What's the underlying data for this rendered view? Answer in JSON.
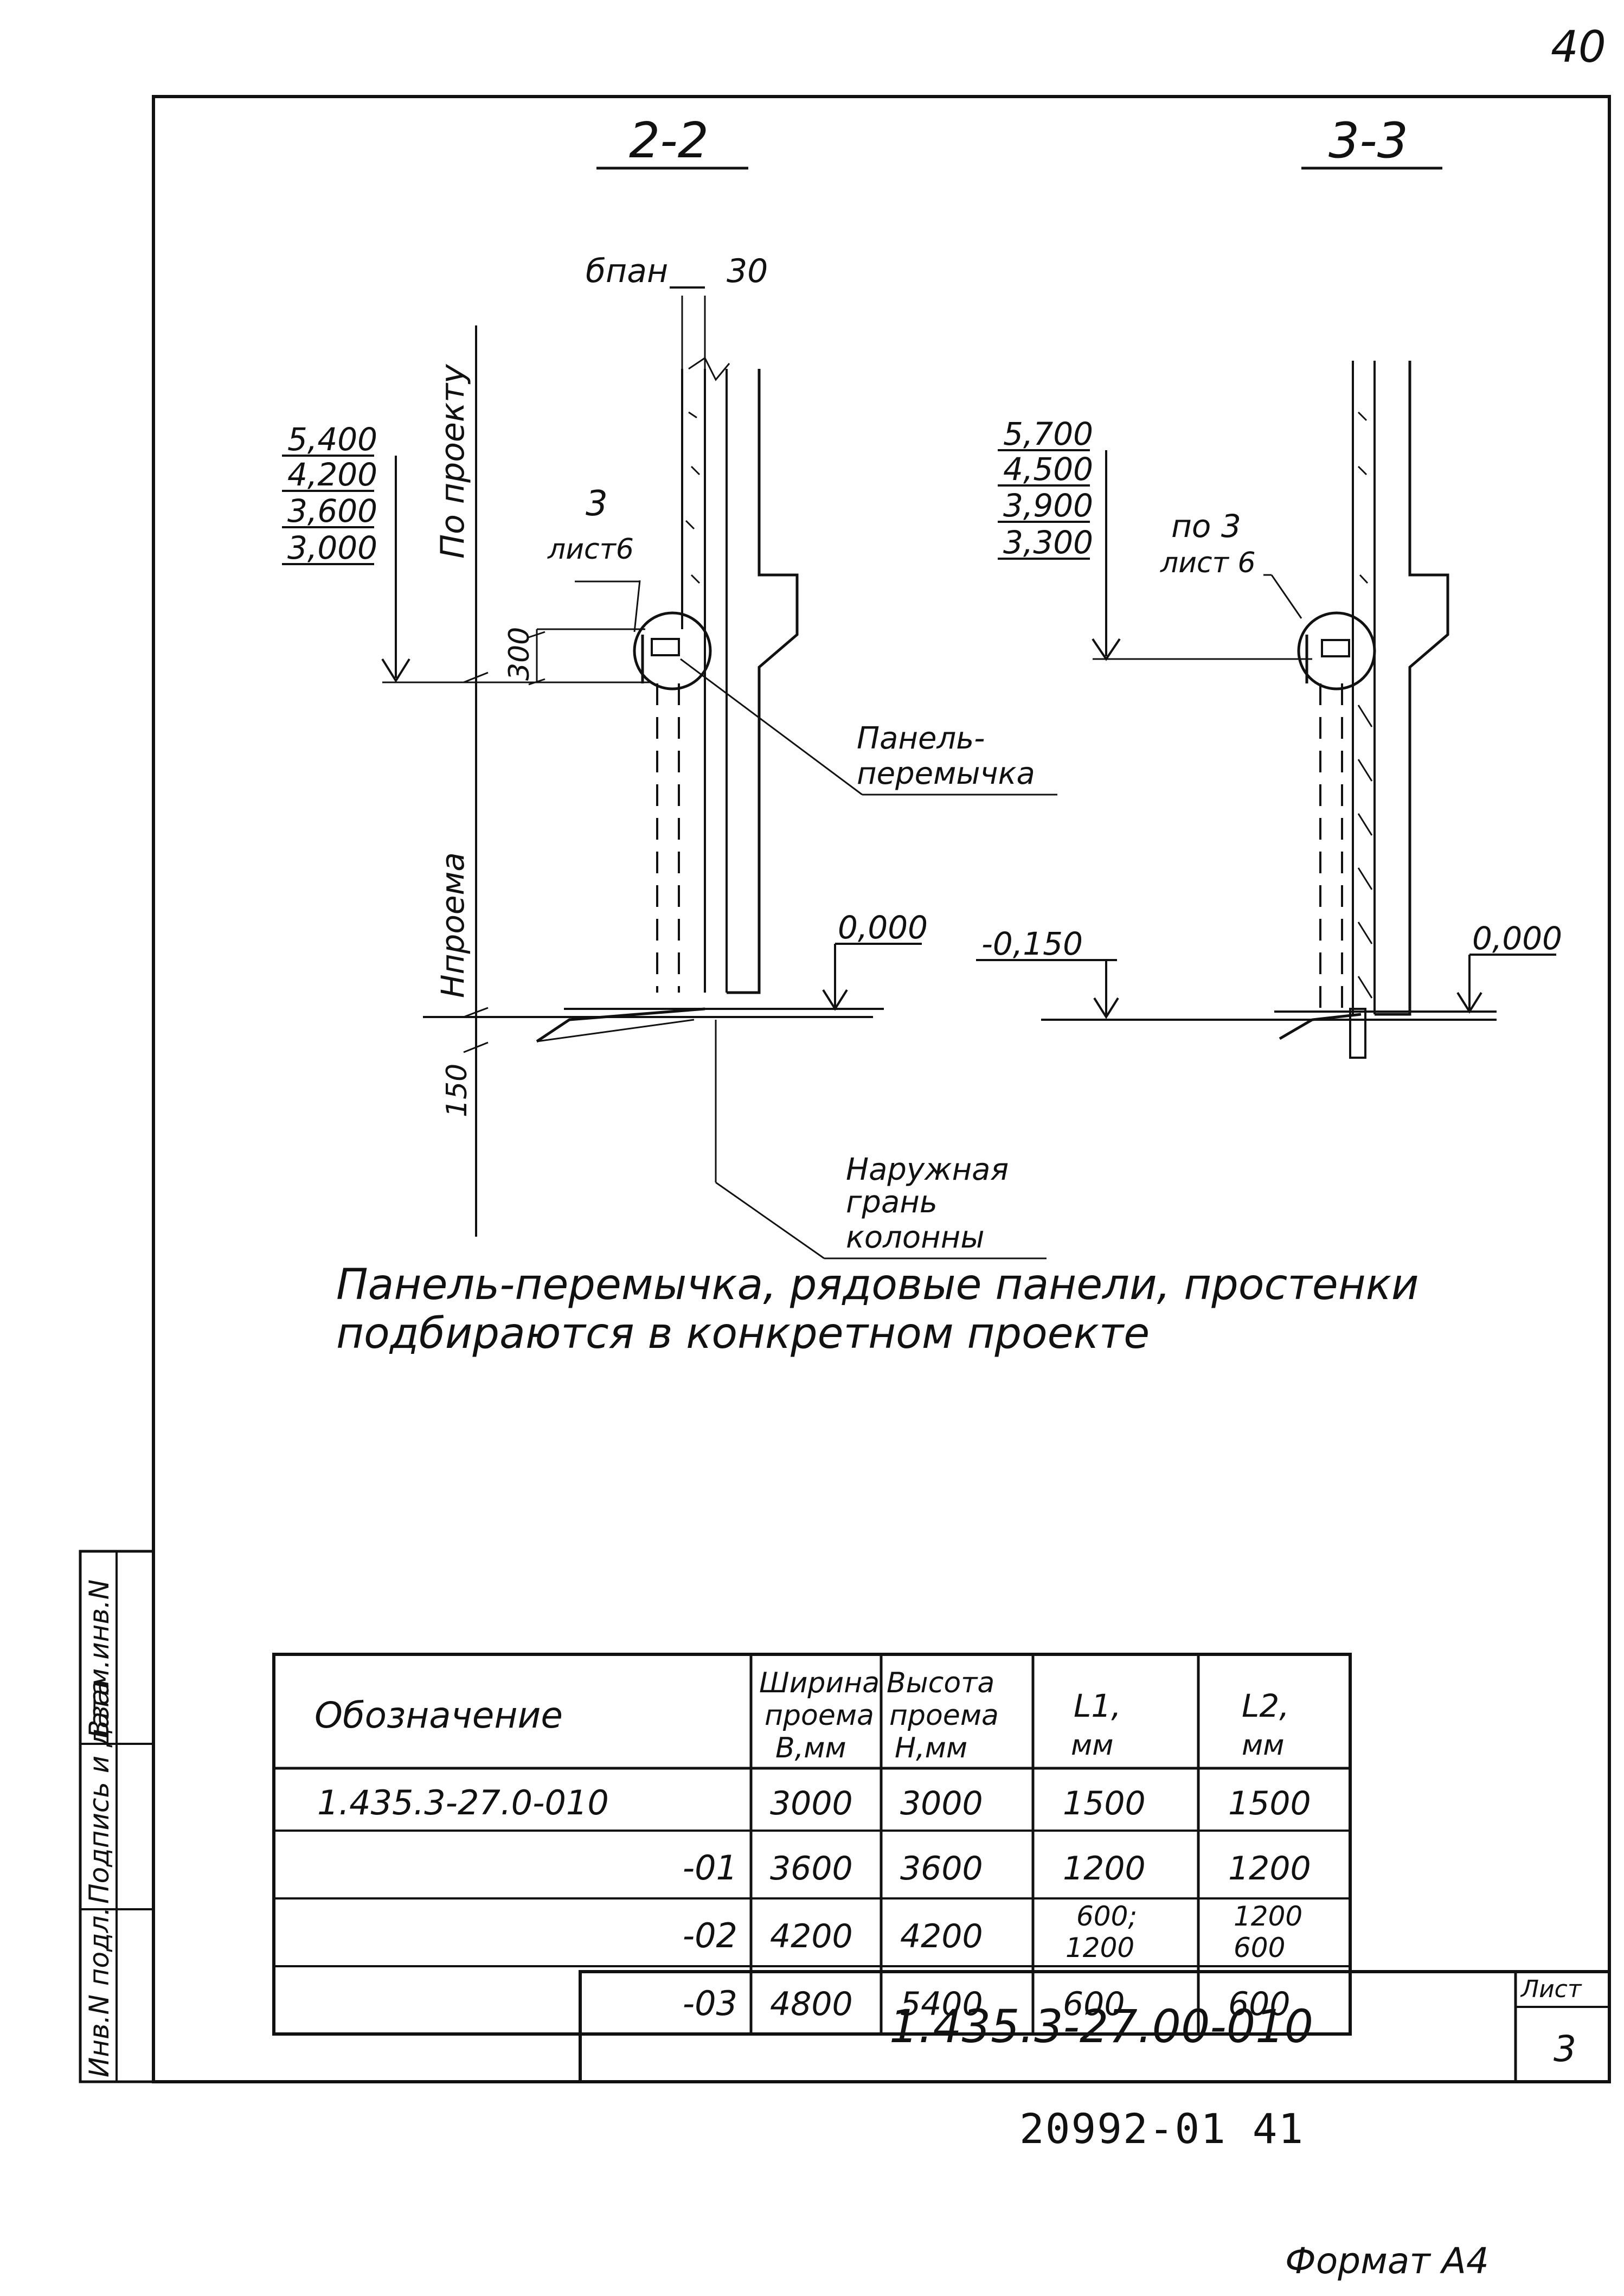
{
  "page_number": "40",
  "sections": {
    "left": {
      "title": "2-2",
      "elevations": [
        "5,400",
        "4,200",
        "3,600",
        "3,000"
      ],
      "dim_b_pan": "бпан",
      "dim_30": "30",
      "label_per_project": "По проекту",
      "callout_num": "3",
      "callout_sheet": "лист6",
      "dim_300": "300",
      "label_panel_1": "Панель-",
      "label_panel_2": "перемычка",
      "label_h_opening": "Нпроема",
      "elev_zero": "0,000",
      "dim_150": "150",
      "label_outer_1": "Наружная",
      "label_outer_2": "грань",
      "label_outer_3": "колонны"
    },
    "right": {
      "title": "3-3",
      "elevations": [
        "5,700",
        "4,500",
        "3,900",
        "3,300"
      ],
      "callout_num": "по 3",
      "callout_sheet": "лист 6",
      "elev_minus": "-0,150",
      "elev_zero": "0,000"
    }
  },
  "note": {
    "line1": "Панель-перемычка, рядовые панели, простенки",
    "line2": "подбираются в конкретном проекте"
  },
  "table": {
    "headers": {
      "designation": "Обозначение",
      "width_1": "Ширина",
      "width_2": "проема",
      "width_3": "В,мм",
      "height_1": "Высота",
      "height_2": "проема",
      "height_3": "Н,мм",
      "l1_1": "L1,",
      "l1_2": "мм",
      "l2_1": "L2,",
      "l2_2": "мм"
    },
    "rows": [
      {
        "designation": "1.435.3-27.0-010",
        "width": "3000",
        "height": "3000",
        "l1": "1500",
        "l1b": "",
        "l2": "1500",
        "l2b": ""
      },
      {
        "designation": "-01",
        "width": "3600",
        "height": "3600",
        "l1": "1200",
        "l1b": "",
        "l2": "1200",
        "l2b": ""
      },
      {
        "designation": "-02",
        "width": "4200",
        "height": "4200",
        "l1": "600;",
        "l1b": "1200",
        "l2": "1200",
        "l2b": "600"
      },
      {
        "designation": "-03",
        "width": "4800",
        "height": "5400",
        "l1": "600",
        "l1b": "",
        "l2": "600",
        "l2b": ""
      }
    ]
  },
  "side_stamp": {
    "col1": "Инв.N подл.",
    "col2": "Подпись и дата",
    "col3": "Взам.инв.N"
  },
  "title_block": {
    "doc_code": "1.435.3-27.00-010",
    "sheet_label": "Лист",
    "sheet_number": "3"
  },
  "archive_number": "20992-01   41",
  "format": "Формат А4"
}
